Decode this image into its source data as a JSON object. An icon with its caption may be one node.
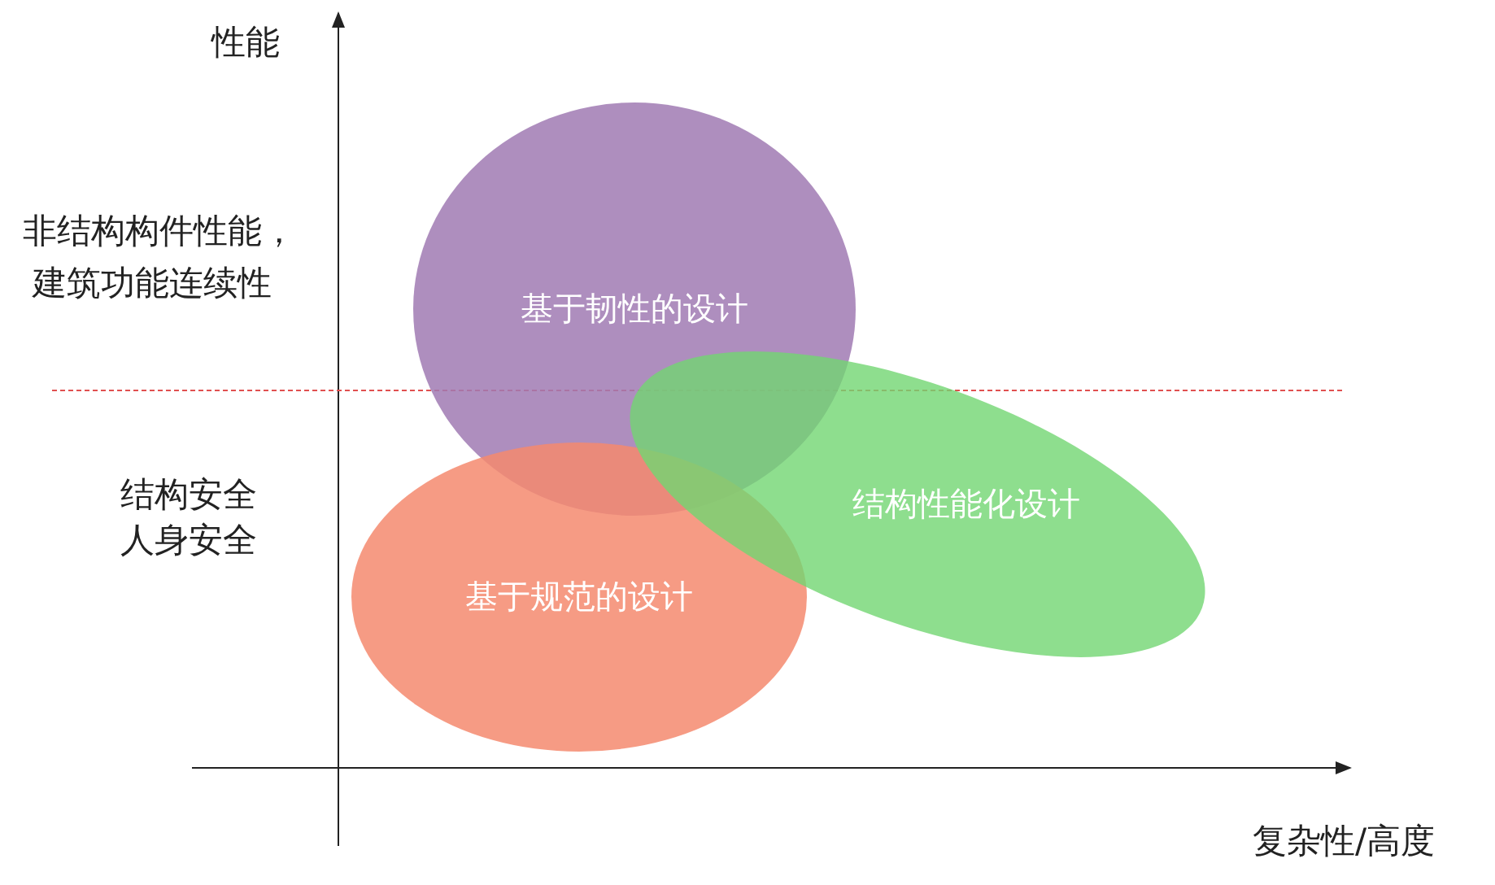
{
  "diagram": {
    "nodes": [
      {
        "text": [
          "基于韧性的设计"
        ]
      },
      {
        "text": [
          "基于规范的设计"
        ]
      },
      {
        "text": [
          "结构性能化设计"
        ]
      }
    ],
    "labels": [
      "性能",
      "非结构构件性能，",
      "建筑功能连续性",
      "结构安全",
      "人身安全",
      "复杂性/高度"
    ]
  }
}
